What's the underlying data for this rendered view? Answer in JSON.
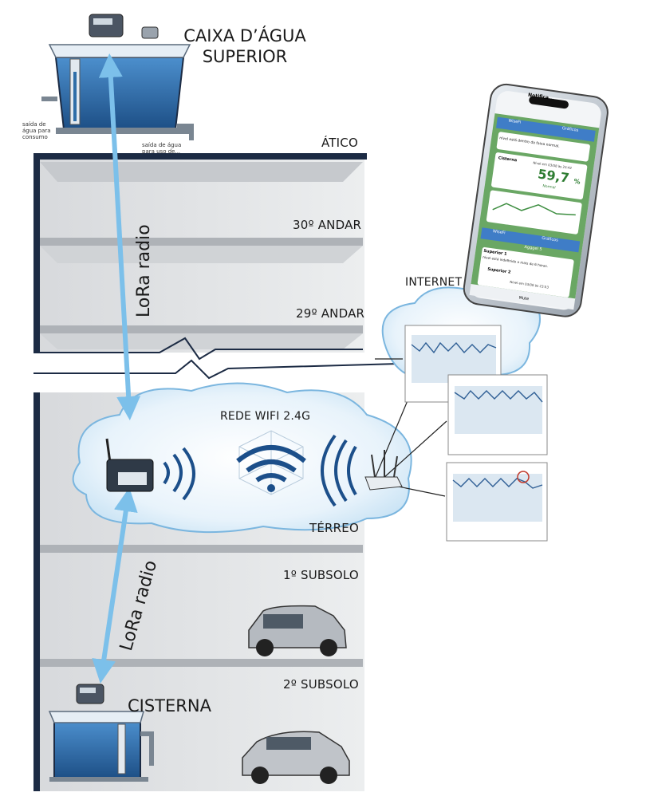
{
  "title": {
    "line1": "CAIXA D’ÁGUA",
    "line2": "SUPERIOR"
  },
  "floors": {
    "attic": "ÁTICO",
    "f30": "30º ANDAR",
    "f29": "29º ANDAR",
    "ground": "TÉRREO",
    "b1": "1º SUBSOLO",
    "b2": "2º SUBSOLO"
  },
  "lora_top": "LoRa radio",
  "lora_bottom": "LoRa radio",
  "wifi": "REDE WIFI 2.4G",
  "internet": "INTERNET",
  "cistern": "CISTERNA",
  "tank_labels": {
    "left": "saída de água para consumo",
    "right": "saída de água para uso de..."
  },
  "phone": {
    "app": "Notifica...",
    "status_msg": "nível está dentro da faixa normal.",
    "tab_wifi": "WiseFi",
    "tab_charts": "Gráficos",
    "card_name": "Cisterna",
    "reading_label": "Nível em 03/08 às 23:42",
    "value": "59,7",
    "unit": "%",
    "badge": "Normal",
    "tab_group": "Agggel 5",
    "alert_title": "Superior 1",
    "alert_msg": "nível está indefinido a mais de 6 horas.",
    "alert2_title": "Superior 2",
    "alert2_time": "Nível em 03/08 às 23:53",
    "bottom": "Mute"
  },
  "colors": {
    "sky": "#8ec9ee",
    "water": "#2a6aa6",
    "wall": "#1c2b44",
    "slab": "#b8bcc1",
    "phone_green": "#5b9b57"
  }
}
